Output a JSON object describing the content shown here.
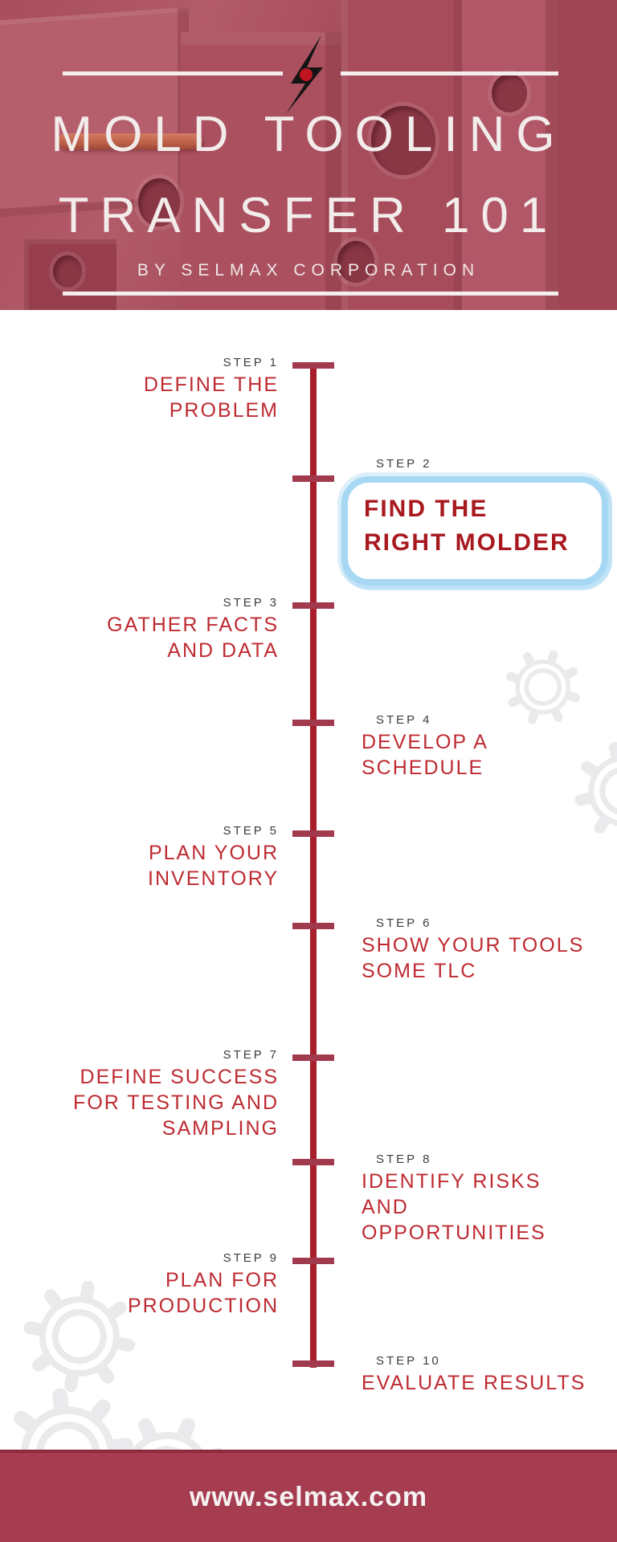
{
  "header": {
    "title_line1": "MOLD TOOLING",
    "title_line2": "TRANSFER 101",
    "subtitle": "BY SELMAX CORPORATION",
    "logo_icon": "lightning-bolt-icon"
  },
  "steps": [
    {
      "label": "STEP 1",
      "side": "left",
      "lines": [
        "DEFINE THE",
        "PROBLEM"
      ]
    },
    {
      "label": "STEP 2",
      "side": "right",
      "highlighted": true,
      "lines": [
        "FIND THE",
        "RIGHT MOLDER"
      ]
    },
    {
      "label": "STEP 3",
      "side": "left",
      "lines": [
        "GATHER FACTS",
        "AND DATA"
      ]
    },
    {
      "label": "STEP 4",
      "side": "right",
      "lines": [
        "DEVELOP A",
        "SCHEDULE"
      ]
    },
    {
      "label": "STEP 5",
      "side": "left",
      "lines": [
        "PLAN YOUR",
        "INVENTORY"
      ]
    },
    {
      "label": "STEP 6",
      "side": "right",
      "lines": [
        "SHOW YOUR TOOLS",
        "SOME TLC"
      ]
    },
    {
      "label": "STEP 7",
      "side": "left",
      "lines": [
        "DEFINE SUCCESS",
        "FOR TESTING AND",
        "SAMPLING"
      ]
    },
    {
      "label": "STEP 8",
      "side": "right",
      "lines": [
        "IDENTIFY RISKS",
        "AND",
        "OPPORTUNITIES"
      ]
    },
    {
      "label": "STEP 9",
      "side": "left",
      "lines": [
        "PLAN FOR",
        "PRODUCTION"
      ]
    },
    {
      "label": "STEP 10",
      "side": "right",
      "lines": [
        "EVALUATE RESULTS"
      ]
    }
  ],
  "footer": {
    "url": "www.selmax.com"
  },
  "colors": {
    "timeline_line": "#a81e29",
    "tick": "#a23a4e",
    "step_title_red": "#be2a31",
    "highlight_title_red": "#a8191f",
    "highlight_box_blue": "#a7d8f3",
    "step_label_gray": "#403b3b",
    "footer_maroon": "#a53c50",
    "hero_overlay_rose": "#a83a4a",
    "gear_gray": "#eaeaec",
    "logo_dot_red": "#c01420"
  }
}
